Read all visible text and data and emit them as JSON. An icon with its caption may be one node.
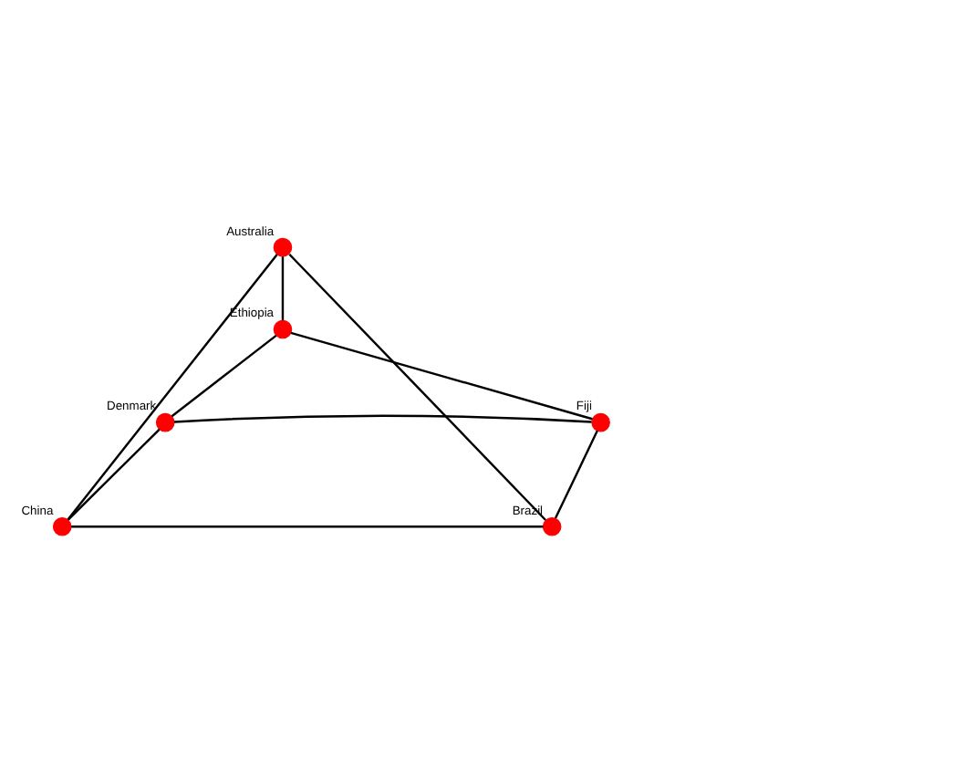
{
  "diagram": {
    "nodes": [
      {
        "text": [],
        "shape": "circle",
        "beside": [
          "Australia"
        ]
      },
      {
        "text": [],
        "shape": "circle",
        "beside": [
          "Ethiopia"
        ]
      },
      {
        "text": [],
        "shape": "circle",
        "beside": [
          "Denmark"
        ]
      },
      {
        "text": [],
        "shape": "circle",
        "beside": [
          "Fiji"
        ]
      },
      {
        "text": [],
        "shape": "circle",
        "beside": [
          "China"
        ]
      },
      {
        "text": [],
        "shape": "circle",
        "beside": [
          "Brazil"
        ]
      }
    ],
    "edges": [
      {
        "from": 0,
        "to": 1,
        "arrow": "none"
      },
      {
        "from": 0,
        "to": 4,
        "arrow": "none"
      },
      {
        "from": 0,
        "to": 5,
        "arrow": "none"
      },
      {
        "from": 1,
        "to": 2,
        "arrow": "none"
      },
      {
        "from": 1,
        "to": 3,
        "arrow": "none"
      },
      {
        "from": 2,
        "to": 3,
        "arrow": "none"
      },
      {
        "from": 2,
        "to": 4,
        "arrow": "none"
      },
      {
        "from": 3,
        "to": 5,
        "arrow": "none"
      },
      {
        "from": 4,
        "to": 5,
        "arrow": "none"
      }
    ]
  }
}
